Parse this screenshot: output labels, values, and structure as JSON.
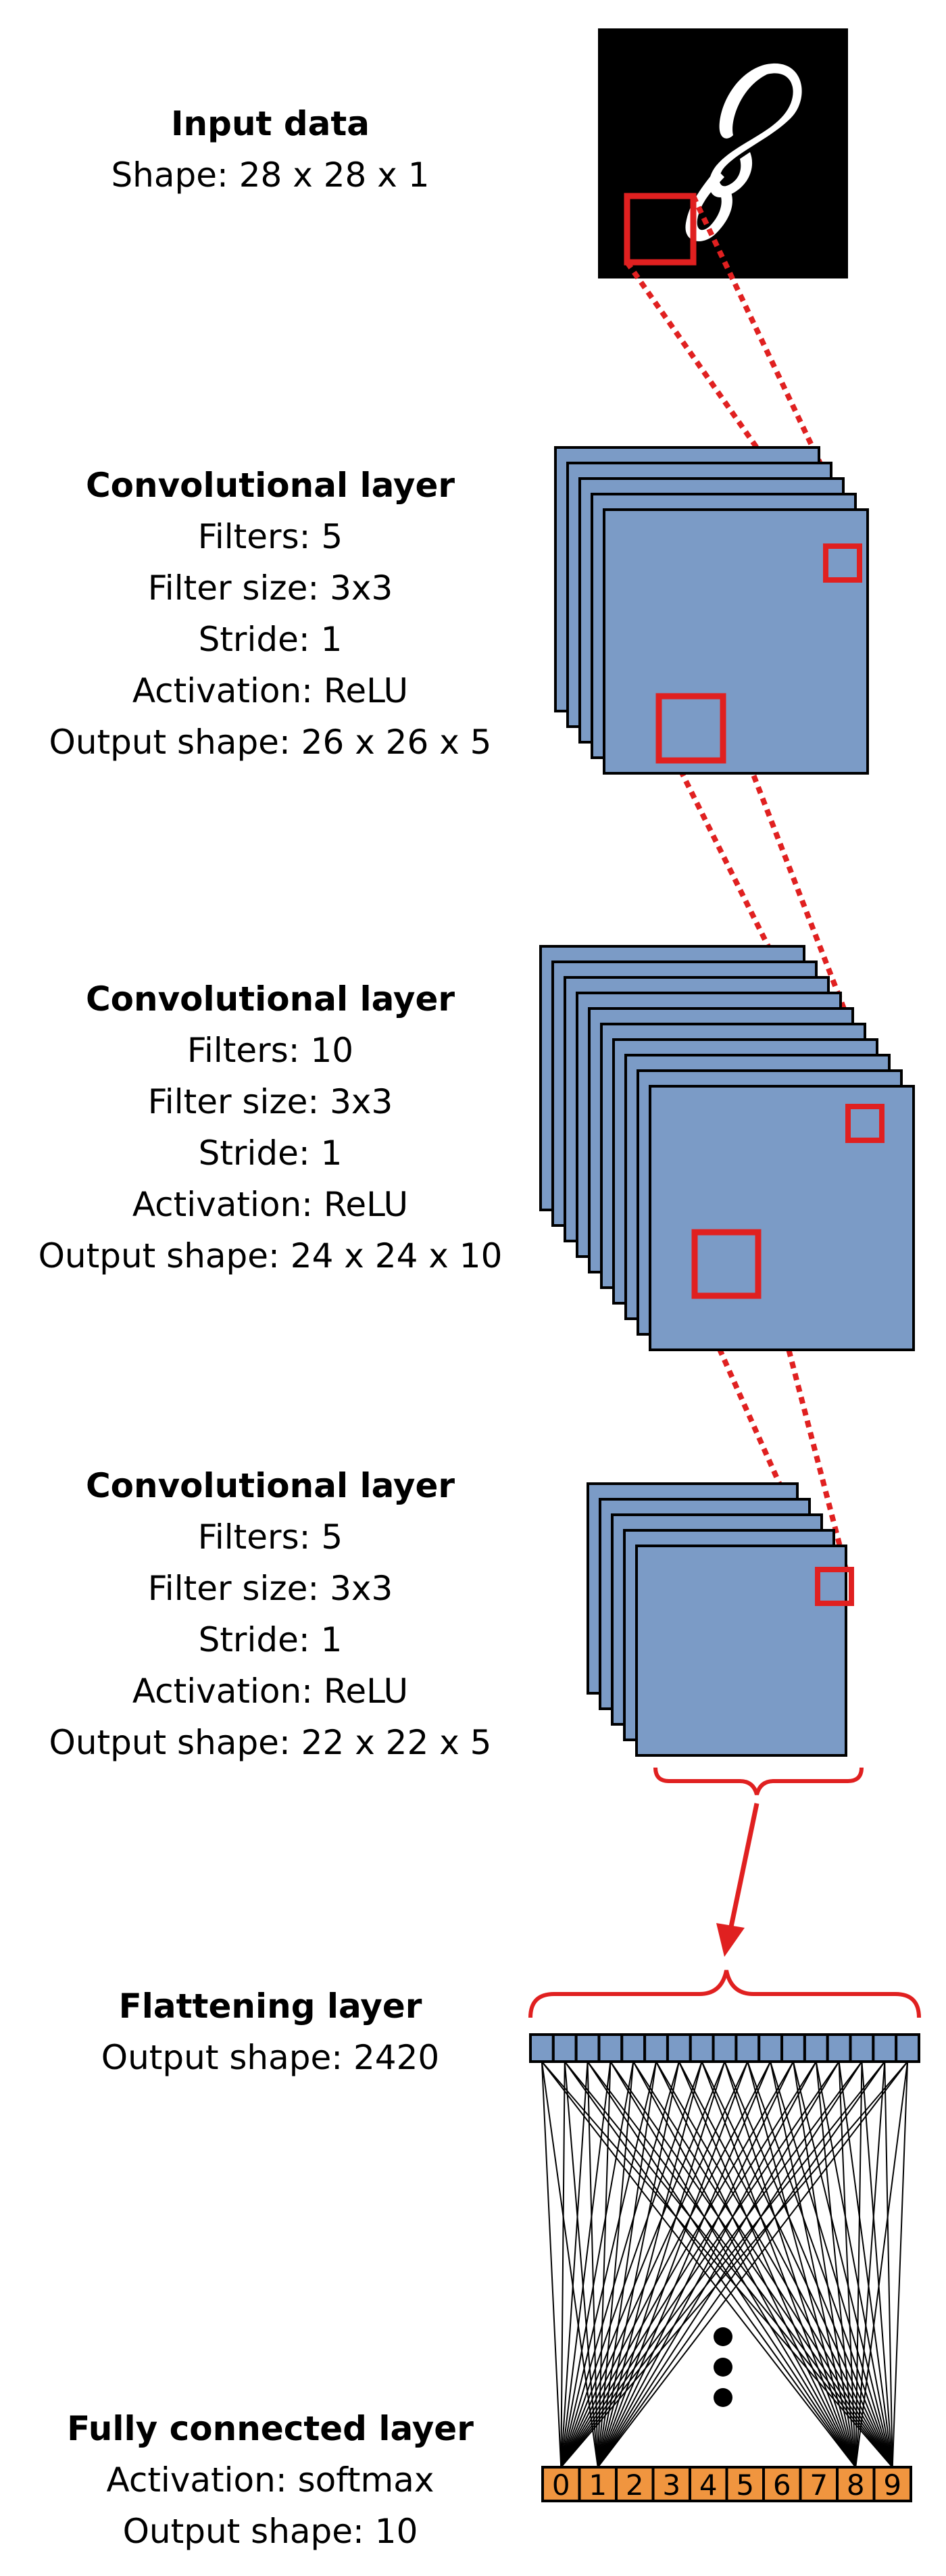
{
  "layers": [
    {
      "id": "input",
      "title": "Input data",
      "lines": [
        "Shape: 28 x 28 x 1"
      ]
    },
    {
      "id": "conv1",
      "title": "Convolutional layer",
      "lines": [
        "Filters: 5",
        "Filter size: 3x3",
        "Stride: 1",
        "Activation: ReLU",
        "Output shape: 26 x 26 x 5"
      ]
    },
    {
      "id": "conv2",
      "title": "Convolutional layer",
      "lines": [
        "Filters: 10",
        "Filter size: 3x3",
        "Stride: 1",
        "Activation: ReLU",
        "Output shape: 24 x 24 x 10"
      ]
    },
    {
      "id": "conv3",
      "title": "Convolutional layer",
      "lines": [
        "Filters: 5",
        "Filter size: 3x3",
        "Stride: 1",
        "Activation: ReLU",
        "Output shape: 22 x 22 x 5"
      ]
    },
    {
      "id": "flatten",
      "title": "Flattening layer",
      "lines": [
        "Output shape: 2420"
      ]
    },
    {
      "id": "fc",
      "title": "Fully connected layer",
      "lines": [
        "Activation: softmax",
        "Output shape: 10"
      ]
    }
  ],
  "output_labels": [
    "0",
    "1",
    "2",
    "3",
    "4",
    "5",
    "6",
    "7",
    "8",
    "9"
  ],
  "colors": {
    "feature_map": "#7b9bc6",
    "output_cell": "#f0953f",
    "highlight": "#e02020",
    "stroke": "#000000"
  }
}
